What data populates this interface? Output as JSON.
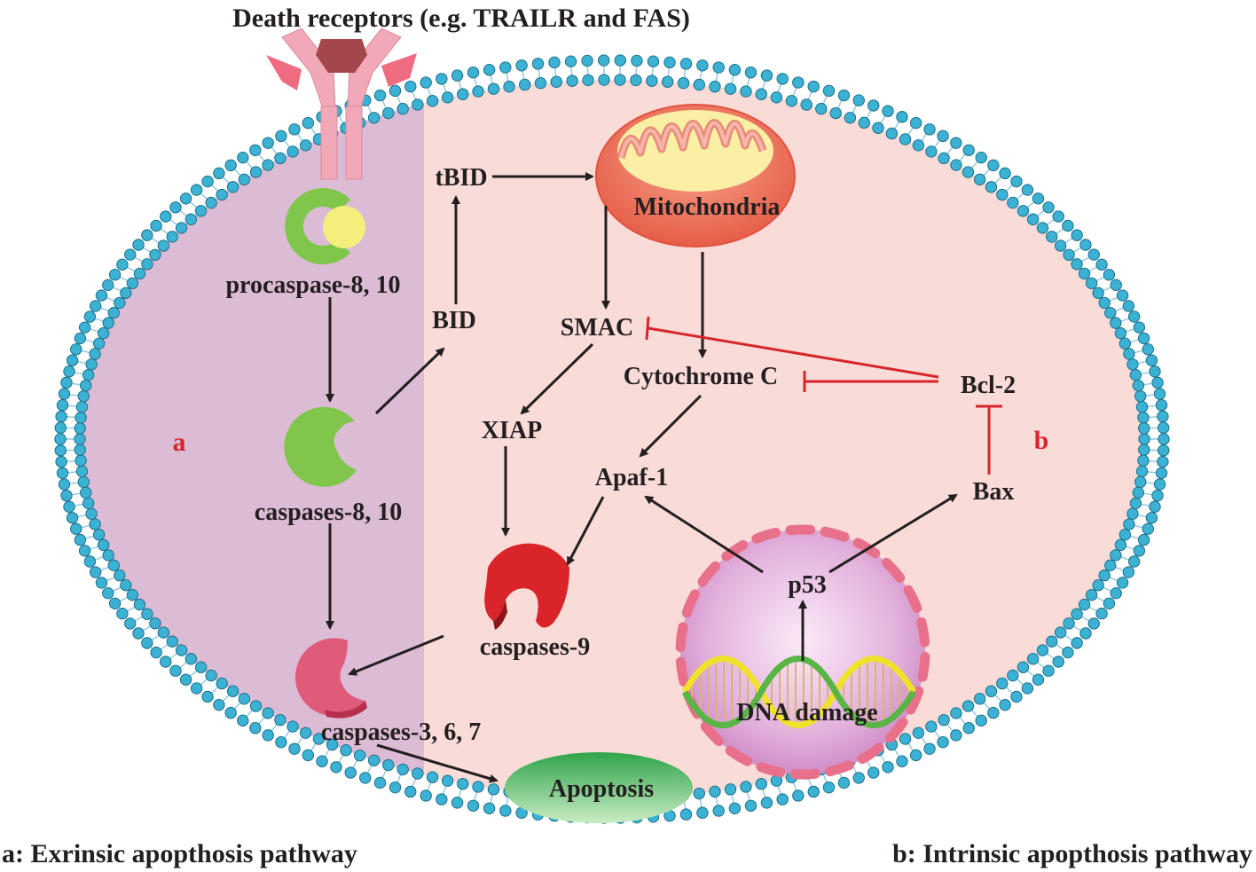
{
  "title": "Death receptors (e.g. TRAILR and FAS)",
  "region_labels": {
    "a": "a",
    "b": "b"
  },
  "footers": {
    "a": "a: Exrinsic apopthosis pathway",
    "b": "b: Intrinsic apopthosis pathway"
  },
  "nodes": {
    "procaspase": "procaspase-8, 10",
    "caspase810": "caspases-8, 10",
    "caspase367": "caspases-3, 6, 7",
    "tbid": "tBID",
    "bid": "BID",
    "mitochondria": "Mitochondria",
    "smac": "SMAC",
    "cytochrome": "Cytochrome C",
    "bcl2": "Bcl-2",
    "xiap": "XIAP",
    "apaf1": "Apaf-1",
    "bax": "Bax",
    "caspase9": "caspases-9",
    "p53": "p53",
    "dna": "DNA damage",
    "apoptosis": "Apoptosis"
  },
  "colors": {
    "cell_interior": "#f9dcd8",
    "extrinsic_region": "#dcbbd5",
    "membrane_head": "#3bb2d3",
    "activation_arrow": "#231f20",
    "inhibition": "#d7262b",
    "procaspase": "#7fc64a",
    "caspase9": "#d9252a",
    "caspase367": "#e05a7a",
    "mitochondria": "#ef6f5a",
    "apoptosis": "#4cb45a"
  }
}
